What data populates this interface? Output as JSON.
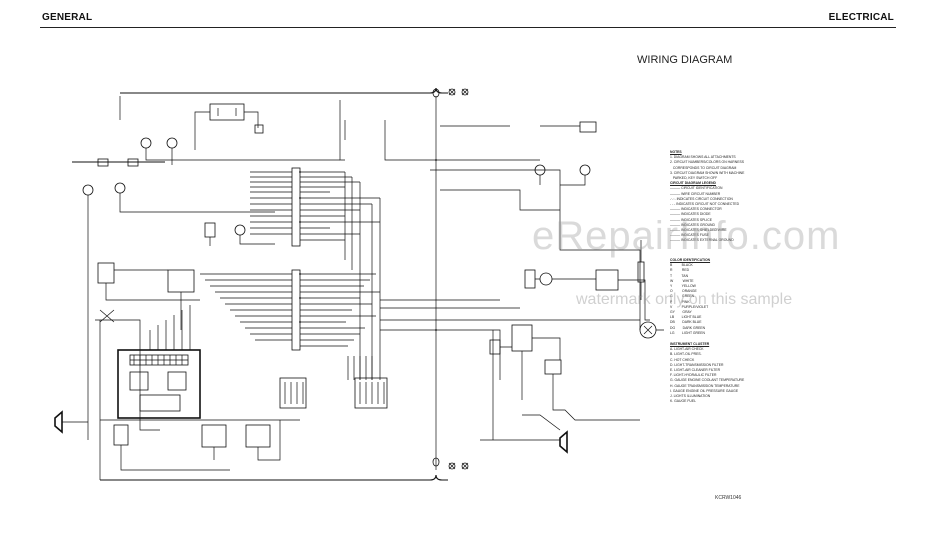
{
  "header": {
    "left": "GENERAL",
    "right": "ELECTRICAL"
  },
  "title": "WIRING DIAGRAM",
  "drawing_code": "KCRW1046",
  "watermark": {
    "site": "eRepairInfo.com",
    "note": "watermark only on this sample"
  },
  "colors": {
    "ink": "#111111",
    "watermark": "#969696"
  }
}
